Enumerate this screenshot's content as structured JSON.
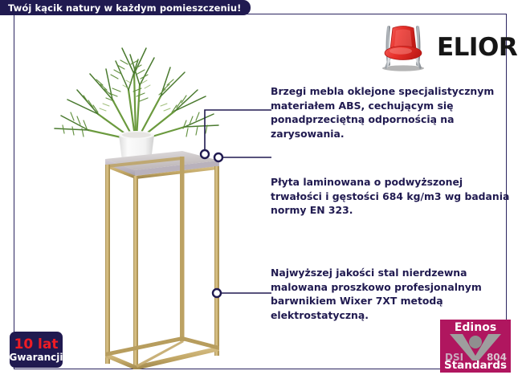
{
  "banner": {
    "text": "Twój kącik natury w każdym pomieszczeniu!",
    "bg_color": "#201A50",
    "text_color": "#FFFFFF"
  },
  "logo": {
    "brand": "ELIOR",
    "icon": "red-chair-icon",
    "chair_color": "#E8312B",
    "text_color": "#161616"
  },
  "product": {
    "icon": "plant-stand-with-fern-photo",
    "frame_color": "#C6AB6E",
    "top_color": "#CFCBCB",
    "pot_color": "#FFFFFF",
    "plant_color": "#4C7A32"
  },
  "features": [
    {
      "id": "feature-edges",
      "text": "Brzegi mebla oklejone specjalistycznym materiałem ABS, cechującym się ponadprzeciętną odpornością na zarysowania."
    },
    {
      "id": "feature-board",
      "text": "Płyta laminowana o podwyższonej trwałości i gęstości 684 kg/m3 wg badania normy EN 323."
    },
    {
      "id": "feature-steel",
      "text": "Najwyższej jakości stal nierdzewna malowana proszkowo profesjonalnym barwnikiem Wixer 7XT metodą elektrostatyczną."
    }
  ],
  "callout_color": "#201A50",
  "warranty": {
    "years": "10 lat",
    "label": "Gwarancji",
    "bg_color": "#201A50",
    "years_color": "#EE1C25",
    "label_color": "#FFFFFF"
  },
  "edinos": {
    "title": "Edinos",
    "left_code": "DSI",
    "right_code": "804",
    "standards": "Standards",
    "bg_color": "#B0165F",
    "mark_color": "#9E9E9E",
    "icon": "check-mark-seal-icon"
  },
  "frame": {
    "border_color": "#2B2560"
  }
}
